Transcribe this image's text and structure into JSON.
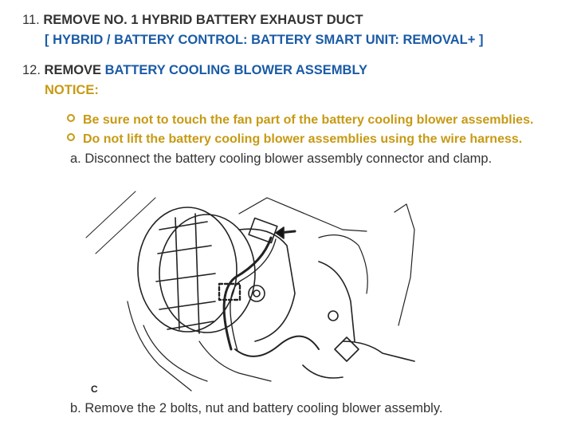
{
  "step11": {
    "number": "11.",
    "title": "REMOVE NO. 1 HYBRID BATTERY EXHAUST DUCT",
    "link": "[ HYBRID / BATTERY CONTROL: BATTERY SMART UNIT: REMOVAL+ ]"
  },
  "step12": {
    "number": "12.",
    "title_prefix": "REMOVE",
    "title_link": "BATTERY COOLING BLOWER ASSEMBLY",
    "notice_label": "NOTICE:",
    "notices": [
      "Be sure not to touch the fan part of the battery cooling blower assemblies.",
      "Do not lift the battery cooling blower assemblies using the wire harness."
    ],
    "substep_a": "a. Disconnect the battery cooling blower assembly connector and clamp.",
    "substep_b": "b. Remove the 2 bolts, nut and battery cooling blower assembly."
  },
  "figure": {
    "corner_label": "C"
  },
  "colors": {
    "link": "#1a5ba6",
    "notice": "#c79a14",
    "text": "#333333"
  }
}
